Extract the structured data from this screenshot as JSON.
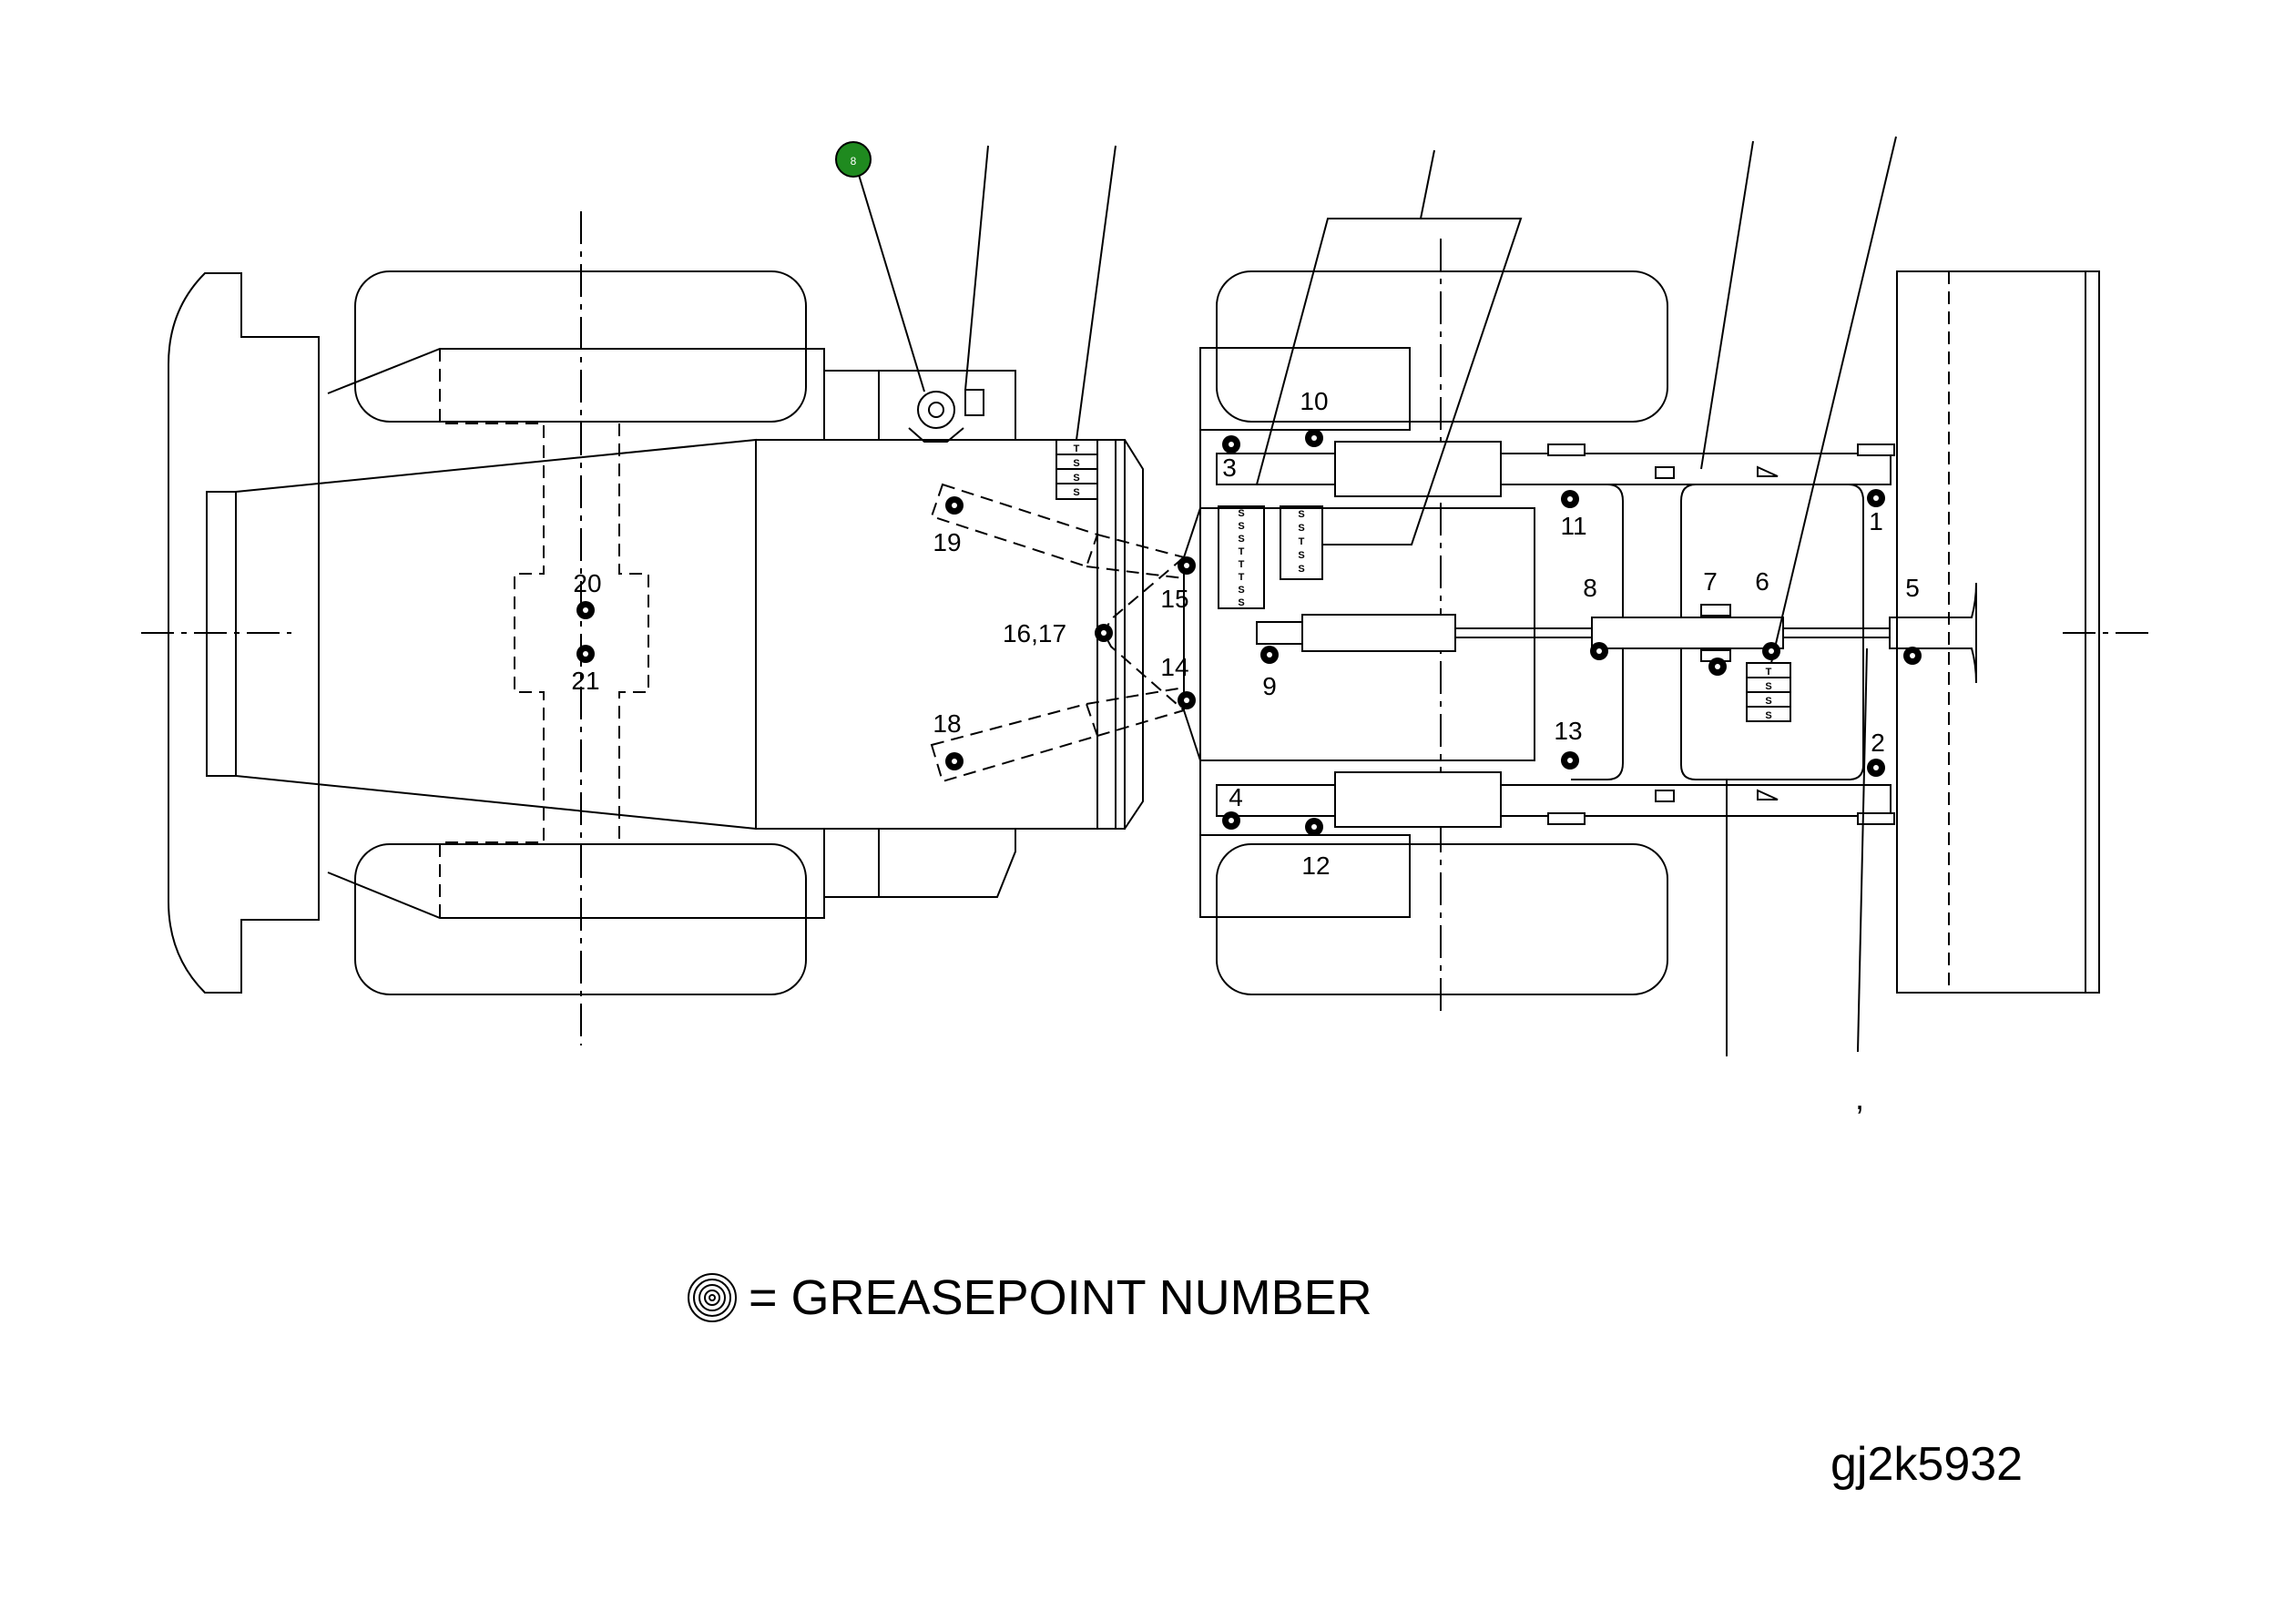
{
  "points": {
    "p1": "1",
    "p2": "2",
    "p3": "3",
    "p4": "4",
    "p5": "5",
    "p6": "6",
    "p7": "7",
    "p8": "8",
    "p9": "9",
    "p10": "10",
    "p11": "11",
    "p12": "12",
    "p13": "13",
    "p14": "14",
    "p15": "15",
    "p1617": "16,17",
    "p18": "18",
    "p19": "19",
    "p20": "20",
    "p21": "21"
  },
  "callout_badge": "8",
  "blocks": {
    "front": [
      "T",
      "S",
      "S",
      "S"
    ],
    "mid_left": [
      "S",
      "S",
      "S",
      "T",
      "T",
      "T",
      "S",
      "S"
    ],
    "mid_right": [
      "S",
      "S",
      "T",
      "S",
      "S"
    ],
    "rear": [
      "T",
      "S",
      "S",
      "S"
    ]
  },
  "legend": {
    "text": "= GREASEPOINT NUMBER"
  },
  "figure_code": "gj2k5932",
  "stray_mark": ",",
  "colors": {
    "line": "#000000",
    "badge": "#1f8a1f"
  }
}
